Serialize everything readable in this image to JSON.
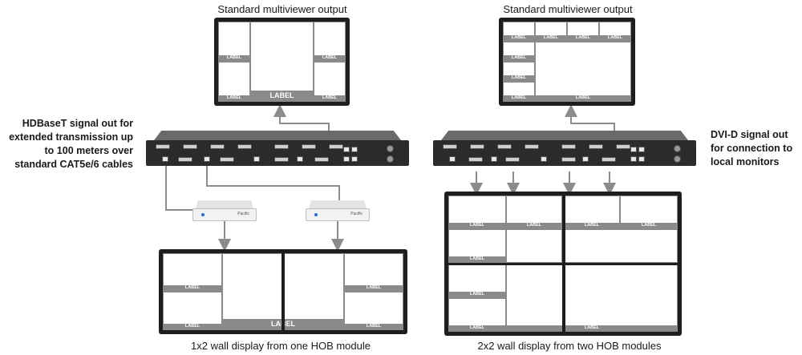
{
  "captions": {
    "top_left": "Standard multiviewer output",
    "top_right": "Standard multiviewer output",
    "bottom_left": "1x2 wall display from one HOB module",
    "bottom_right": "2x2 wall display from two HOB modules"
  },
  "side_notes": {
    "left": [
      "HDBaseT signal out for",
      "extended transmission up",
      "to 100 meters over",
      "standard CAT5e/6 cables"
    ],
    "right": [
      "DVI-D signal out",
      "for connection to",
      "local monitors"
    ]
  },
  "tile_label": "LABEL",
  "converter_brand": "Pacific",
  "colors": {
    "bezel": "#1e1e1e",
    "label_bar": "#8a8a8a",
    "wire": "#8c8c8c",
    "rack": "#2b2b2b"
  }
}
